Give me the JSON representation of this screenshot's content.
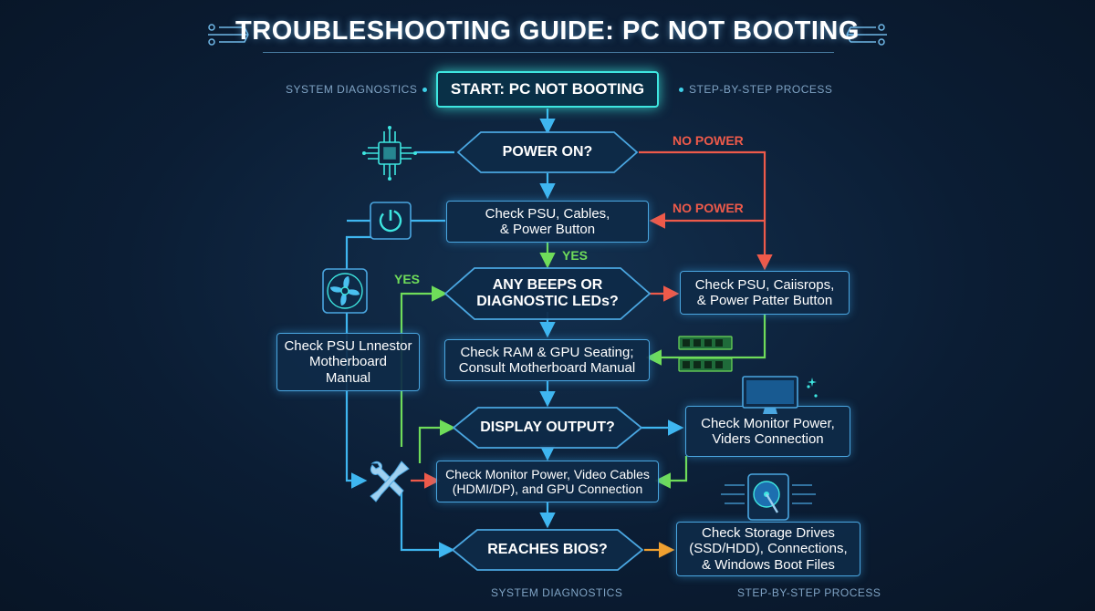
{
  "title": "TROUBLESHOOTING GUIDE: PC NOT BOOTING",
  "side_labels": {
    "top_left": "SYSTEM DIAGNOSTICS",
    "top_right": "STEP-BY-STEP PROCESS",
    "bottom_left": "SYSTEM DIAGNOSTICS",
    "bottom_right": "STEP-BY-STEP PROCESS"
  },
  "nodes": {
    "start": "START: PC NOT BOOTING",
    "power_on": "POWER ON?",
    "check_psu": "Check PSU, Cables,\n& Power Button",
    "beeps": "ANY BEEPS OR\nDIAGNOSTIC LEDs?",
    "check_psu_right": "Check PSU, Caiisrops,\n& Power Patter Button",
    "check_psu_left": "Check PSU Lnnestor\nMotherboard\nManual",
    "check_ram": "Check RAM & GPU Seating;\nConsult Motherboard Manual",
    "display": "DISPLAY OUTPUT?",
    "check_monitor_right": "Check Monitor Power,\nViders Connection",
    "check_monitor": "Check Monitor Power, Video Cables\n(HDMI/DP), and GPU Connection",
    "bios": "REACHES BIOS?",
    "check_storage": "Check Storage Drives\n(SSD/HDD), Connections,\n& Windows Boot Files"
  },
  "edge_labels": {
    "no_power_1": "NO POWER",
    "no_power_2": "NO POWER",
    "yes_1": "YES",
    "yes_2": "YES"
  },
  "icons": [
    "cpu-chip-icon",
    "power-button-icon",
    "cooling-fan-icon",
    "ram-module-icon",
    "monitor-icon",
    "tools-icon",
    "hard-drive-icon",
    "circuit-trace-icon"
  ],
  "colors": {
    "accent": "#3ee6e0",
    "box_border": "#4aa6e0",
    "no_path": "#ee5a4a",
    "yes_path": "#6fdc5a",
    "storage_arrow": "#f0a030",
    "background": "#0a1a30"
  }
}
